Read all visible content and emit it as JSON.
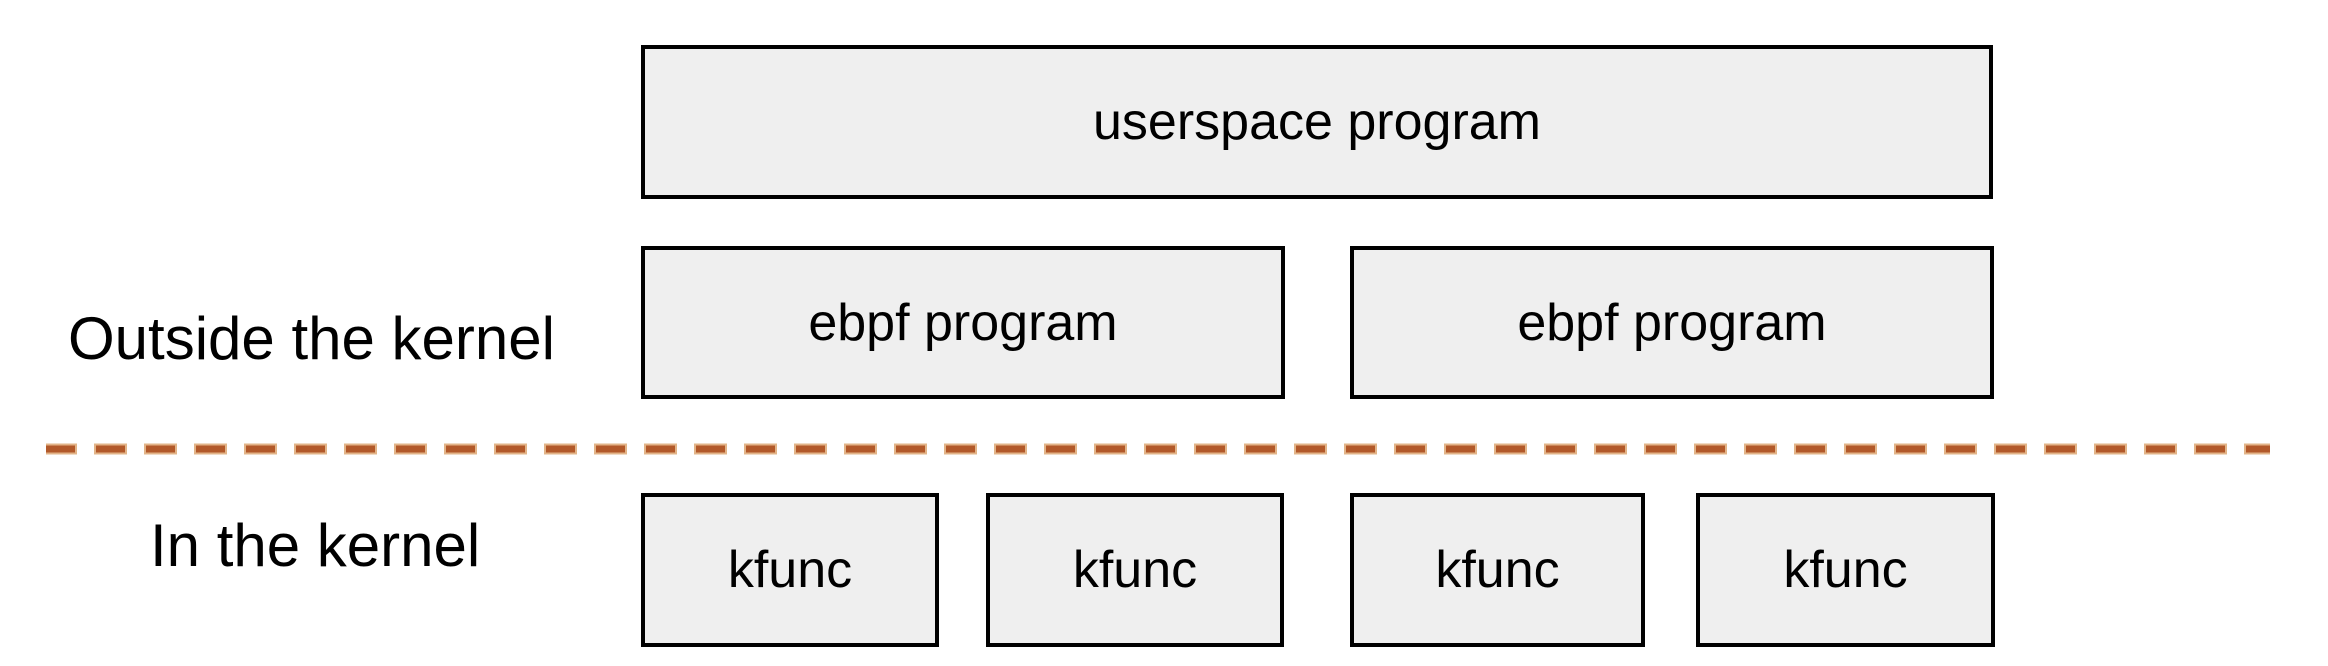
{
  "labels": {
    "outside": "Outside the kernel",
    "inside": "In the kernel"
  },
  "boxes": {
    "userspace": {
      "label": "userspace program"
    },
    "ebpf": [
      {
        "label": "ebpf program"
      },
      {
        "label": "ebpf program"
      }
    ],
    "kfunc": [
      {
        "label": "kfunc"
      },
      {
        "label": "kfunc"
      },
      {
        "label": "kfunc"
      },
      {
        "label": "kfunc"
      }
    ]
  },
  "divider": {
    "meaning": "kernel boundary"
  },
  "colors": {
    "background": "#ffffff",
    "box_fill": "#efefef",
    "box_border": "#000000",
    "text": "#000000",
    "divider": "#b2592a",
    "divider_halo": "#e2b488"
  }
}
